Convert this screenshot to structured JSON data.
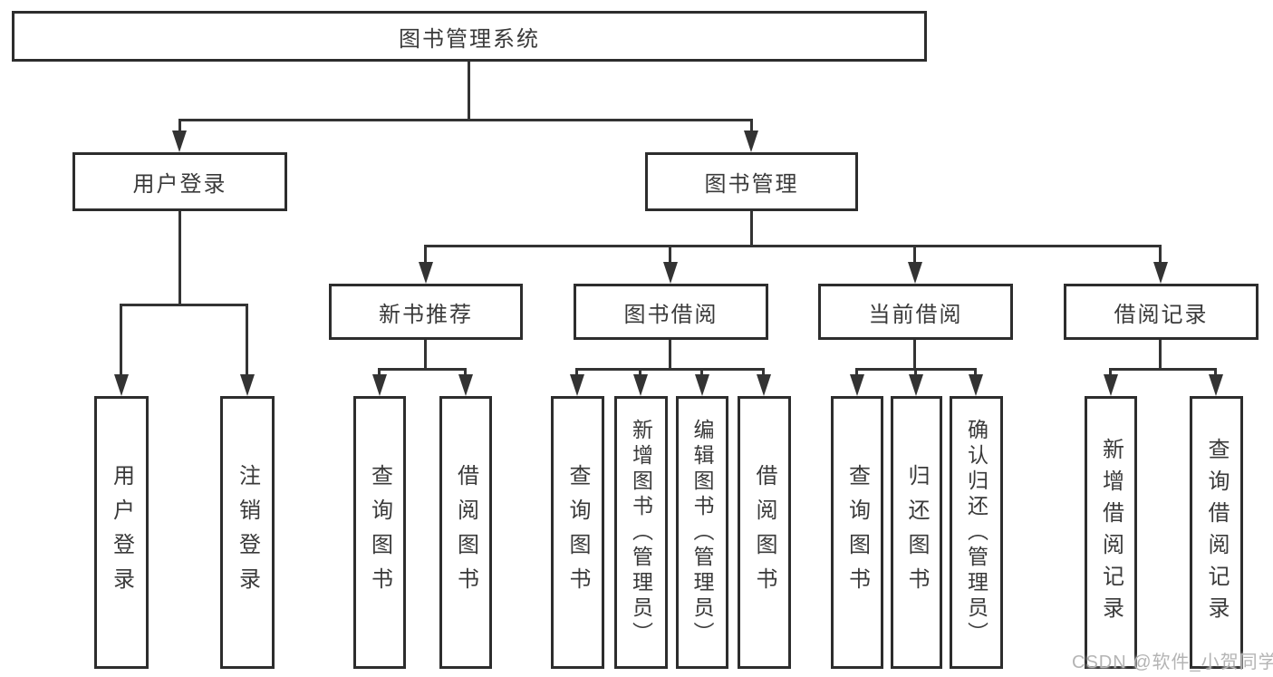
{
  "tree": {
    "label": "图书管理系统",
    "children": [
      {
        "label": "用户登录",
        "children": [
          {
            "label": "用户登录"
          },
          {
            "label": "注销登录"
          }
        ]
      },
      {
        "label": "图书管理",
        "children": [
          {
            "label": "新书推荐",
            "children": [
              {
                "label": "查询图书"
              },
              {
                "label": "借阅图书"
              }
            ]
          },
          {
            "label": "图书借阅",
            "children": [
              {
                "label": "查询图书"
              },
              {
                "label": "新增图书（管理员）"
              },
              {
                "label": "编辑图书（管理员）"
              },
              {
                "label": "借阅图书"
              }
            ]
          },
          {
            "label": "当前借阅",
            "children": [
              {
                "label": "查询图书"
              },
              {
                "label": "归还图书"
              },
              {
                "label": "确认归还（管理员）"
              }
            ]
          },
          {
            "label": "借阅记录",
            "children": [
              {
                "label": "新增借阅记录"
              },
              {
                "label": "查询借阅记录"
              }
            ]
          }
        ]
      }
    ]
  },
  "watermark": {
    "text": "CSDN @软件_小贺同学"
  },
  "colors": {
    "line": "#333333",
    "box_border": "#2d2d2d",
    "text": "#3a3a3a",
    "watermark_text": "#b4b4b4",
    "background": "#ffffff"
  }
}
